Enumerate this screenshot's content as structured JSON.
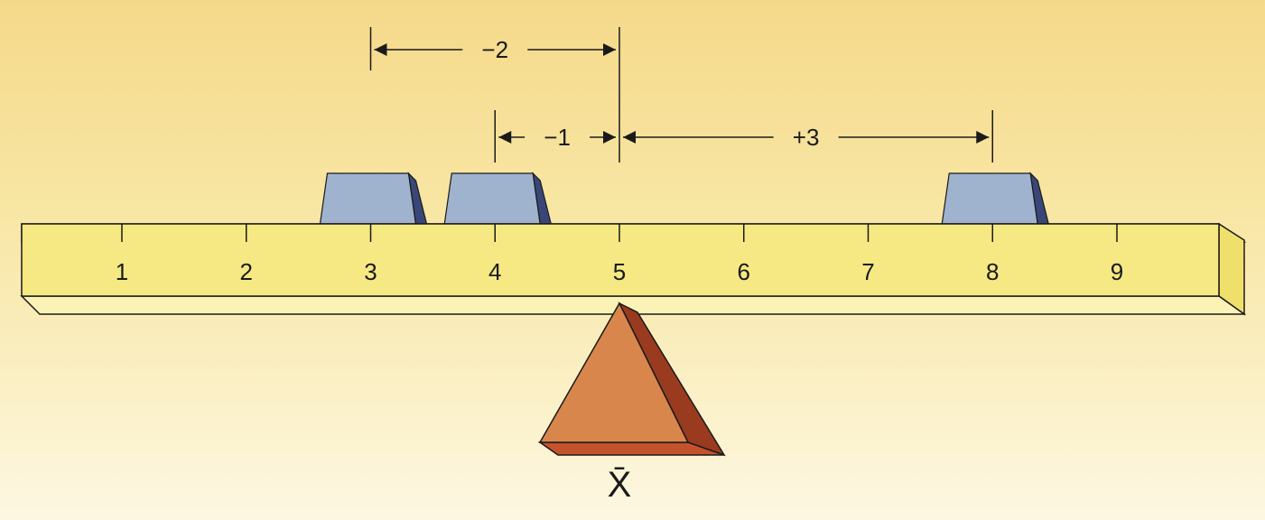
{
  "scale": {
    "tick_labels": [
      "1",
      "2",
      "3",
      "4",
      "5",
      "6",
      "7",
      "8",
      "9"
    ]
  },
  "weights": [
    {
      "name": "weight-at-3",
      "position": 3
    },
    {
      "name": "weight-at-4",
      "position": 4
    },
    {
      "name": "weight-at-8",
      "position": 8
    }
  ],
  "fulcrum": {
    "position": 5,
    "label": "X̄"
  },
  "deviations": [
    {
      "name": "deviation-minus-2",
      "label": "−2",
      "from": 3,
      "to": 5
    },
    {
      "name": "deviation-minus-1",
      "label": "−1",
      "from": 4,
      "to": 5
    },
    {
      "name": "deviation-plus-3",
      "label": "+3",
      "from": 5,
      "to": 8
    }
  ],
  "colors": {
    "beam_top": "#fbf3b6",
    "beam_front": "#f6e983",
    "beam_side": "#efe06c",
    "weight_front": "#9fb3cf",
    "weight_top": "#b9c8dc",
    "weight_side": "#3a4677",
    "fulcrum_front": "#d9864c",
    "fulcrum_side": "#9a3b1f",
    "fulcrum_base": "#c4532d",
    "ink": "#1a1a1a"
  }
}
